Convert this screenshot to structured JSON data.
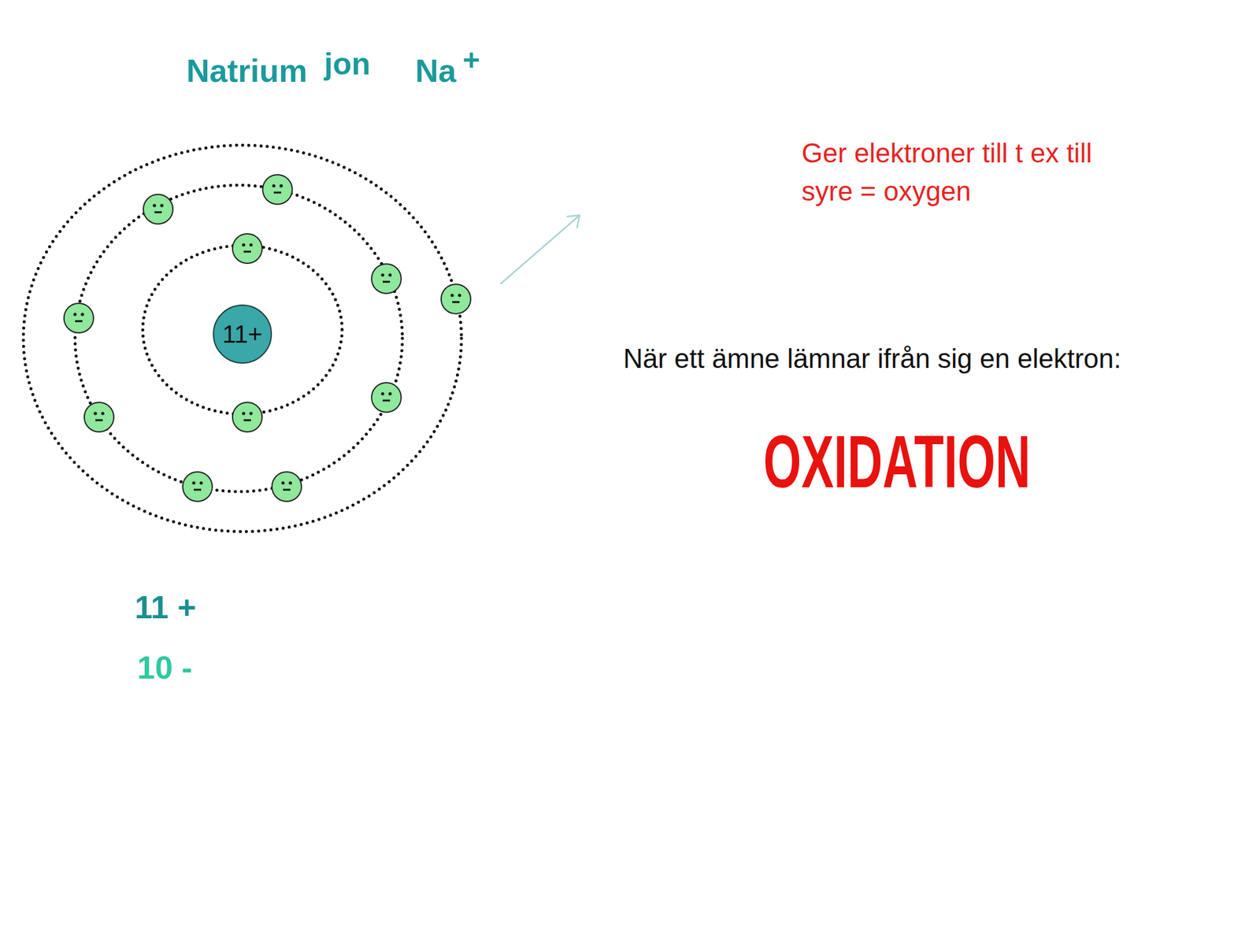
{
  "diagram": {
    "nodes": [
      {
        "text": [
          "11+"
        ]
      }
    ],
    "labels": [
      "Natrium",
      "jon",
      "Na",
      "+",
      "Ger elektroner till t ex till syre = oxygen",
      "När ett ämne lämnar ifrån sig en elektron:",
      "OXIDATION",
      "11 +",
      "10 -"
    ]
  }
}
